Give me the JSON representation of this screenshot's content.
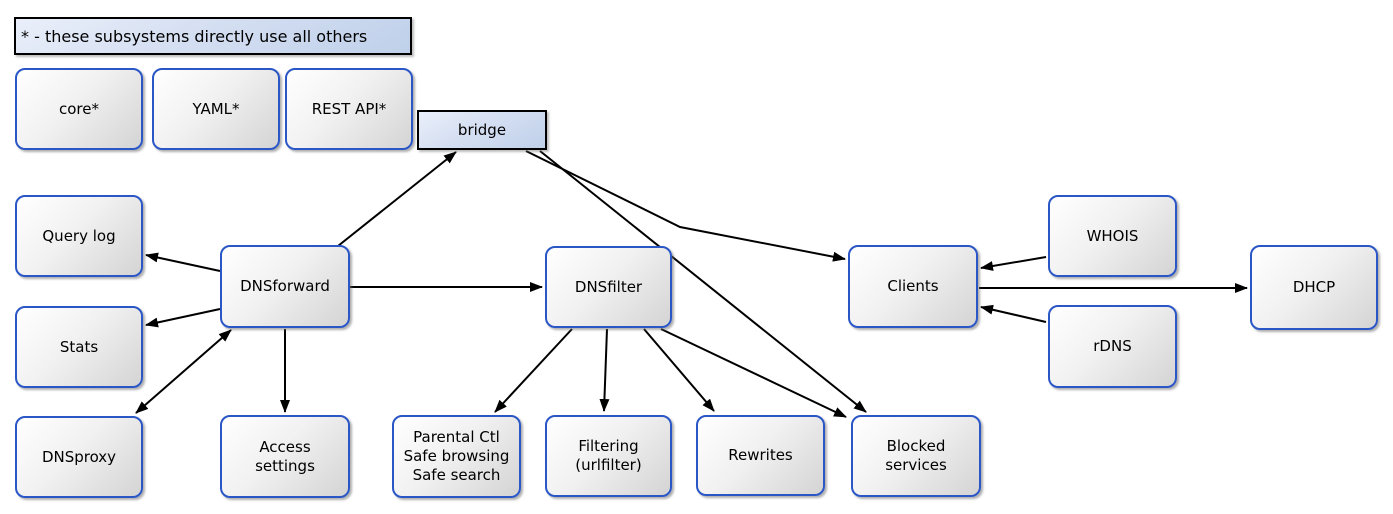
{
  "note": {
    "text": "* - these subsystems directly use all others"
  },
  "nodes": {
    "core": {
      "label": "core*"
    },
    "yaml": {
      "label": "YAML*"
    },
    "rest_api": {
      "label": "REST API*"
    },
    "bridge": {
      "label": "bridge"
    },
    "query_log": {
      "label": "Query log"
    },
    "stats": {
      "label": "Stats"
    },
    "dnsproxy": {
      "label": "DNSproxy"
    },
    "dnsforward": {
      "label": "DNSforward"
    },
    "access_settings": {
      "lines": [
        "Access",
        "settings"
      ]
    },
    "dnsfilter": {
      "label": "DNSfilter"
    },
    "parental": {
      "lines": [
        "Parental Ctl",
        "Safe browsing",
        "Safe search"
      ]
    },
    "filtering": {
      "lines": [
        "Filtering",
        "(urlfilter)"
      ]
    },
    "rewrites": {
      "label": "Rewrites"
    },
    "blocked_services": {
      "lines": [
        "Blocked",
        "services"
      ]
    },
    "clients": {
      "label": "Clients"
    },
    "whois": {
      "label": "WHOIS"
    },
    "rdns": {
      "label": "rDNS"
    },
    "dhcp": {
      "label": "DHCP"
    }
  },
  "edges": [
    {
      "from": "DNSforward",
      "to": "bridge",
      "direction": "one-way"
    },
    {
      "from": "bridge",
      "to": "Clients",
      "direction": "one-way"
    },
    {
      "from": "bridge",
      "to": "Blocked services",
      "direction": "one-way"
    },
    {
      "from": "DNSforward",
      "to": "Query log",
      "direction": "one-way"
    },
    {
      "from": "DNSforward",
      "to": "Stats",
      "direction": "one-way"
    },
    {
      "from": "DNSforward",
      "to": "DNSproxy",
      "direction": "two-way"
    },
    {
      "from": "DNSforward",
      "to": "Access settings",
      "direction": "one-way"
    },
    {
      "from": "DNSforward",
      "to": "DNSfilter",
      "direction": "one-way"
    },
    {
      "from": "DNSfilter",
      "to": "Parental Ctl / Safe browsing / Safe search",
      "direction": "one-way"
    },
    {
      "from": "DNSfilter",
      "to": "Filtering (urlfilter)",
      "direction": "one-way"
    },
    {
      "from": "DNSfilter",
      "to": "Rewrites",
      "direction": "one-way"
    },
    {
      "from": "DNSfilter",
      "to": "Blocked services",
      "direction": "one-way"
    },
    {
      "from": "WHOIS",
      "to": "Clients",
      "direction": "one-way"
    },
    {
      "from": "rDNS",
      "to": "Clients",
      "direction": "one-way"
    },
    {
      "from": "Clients",
      "to": "DHCP",
      "direction": "one-way"
    }
  ],
  "colors": {
    "node_border": "#2a56c6",
    "node_fill_top": "#ffffff",
    "node_fill_bottom": "#d4d4d4",
    "note_fill_top": "#eaeffa",
    "note_fill_bottom": "#bfd0ea",
    "note_border": "#000000",
    "edge": "#000000",
    "text": "#000000",
    "background": "#ffffff"
  }
}
